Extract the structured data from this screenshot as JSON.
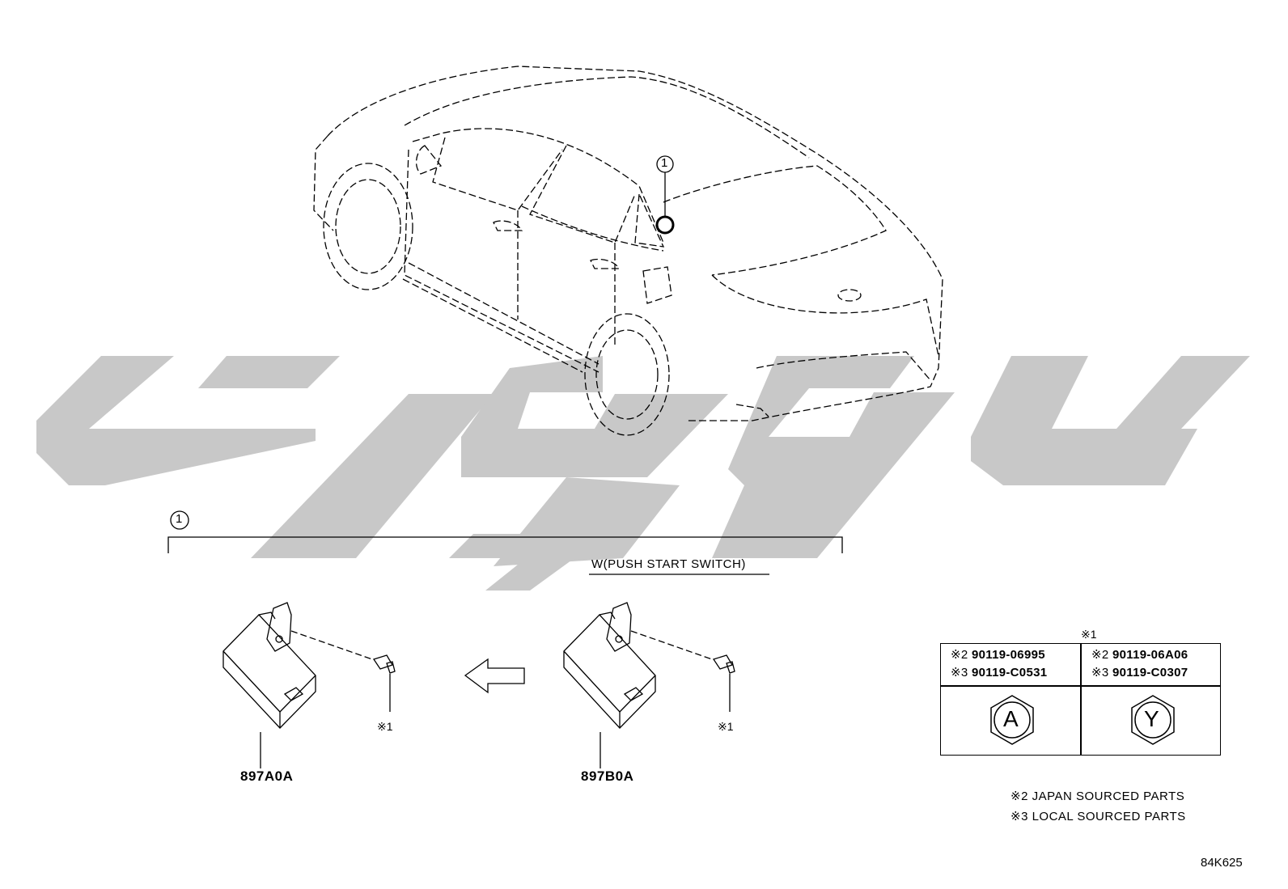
{
  "callouts": {
    "car_callout": "1",
    "bracket_callout": "1"
  },
  "switch_title": "W(PUSH START SWITCH)",
  "parts": {
    "left_part": "897A0A",
    "right_part": "897B0A",
    "left_fastener_mark": "※1",
    "right_fastener_mark": "※1"
  },
  "fastener_table": {
    "header": "※1",
    "columns": [
      {
        "row1_mark": "※2",
        "row1_code": "90119-06995",
        "row2_mark": "※3",
        "row2_code": "90119-C0531",
        "head_letter": "A"
      },
      {
        "row1_mark": "※2",
        "row1_code": "90119-06A06",
        "row2_mark": "※3",
        "row2_code": "90119-C0307",
        "head_letter": "Y"
      }
    ]
  },
  "legend": {
    "line1": "※2 JAPAN SOURCED PARTS",
    "line2": "※3 LOCAL SOURCED PARTS"
  },
  "drawing_code": "84K625",
  "colors": {
    "line": "#000000",
    "watermark": "#c8c8c8",
    "background": "#ffffff"
  }
}
